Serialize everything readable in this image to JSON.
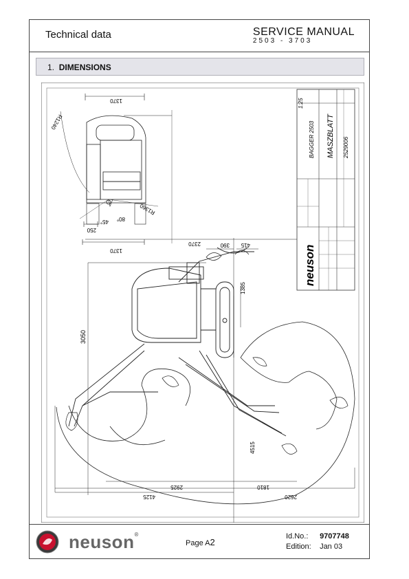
{
  "header": {
    "left_title": "Technical data",
    "manual_title": "SERVICE  MANUAL",
    "model_range": "2503 - 3703"
  },
  "section": {
    "number": "1.",
    "title": "DIMENSIONS"
  },
  "drawing": {
    "dimensions": [
      "1370",
      "R1240",
      "45°",
      "250",
      "80°",
      "R1360",
      "1370",
      "2370",
      "390",
      "415",
      "1385",
      "3050",
      "4515",
      "2925",
      "4125",
      "1810",
      "2620"
    ],
    "title_block": {
      "scale": "1:25",
      "machine": "BAGGER 2503",
      "name": "MASZBLATT",
      "number": "2529006",
      "brand": "neuson"
    }
  },
  "footer": {
    "brand": "neuson",
    "page_prefix": "Page A",
    "page_num": "2",
    "id_label": "Id.No.:",
    "id_value": "9707748",
    "edition_label": "Edition:",
    "edition_value": "Jan 03"
  },
  "colors": {
    "section_bg": "#e4e4ea",
    "line": "#222222",
    "logo_red": "#c8102e"
  }
}
